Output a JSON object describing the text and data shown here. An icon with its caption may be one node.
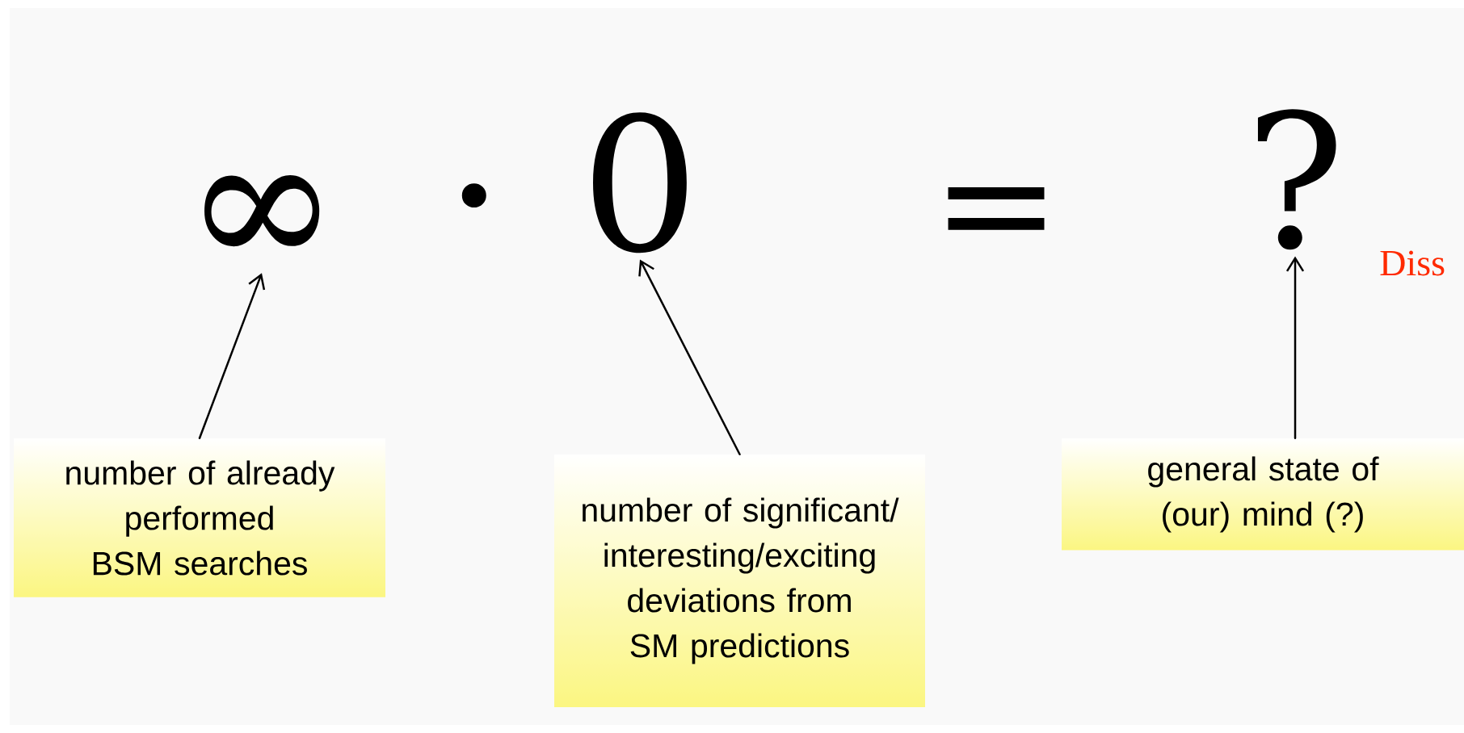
{
  "diagram": {
    "nodes": [
      {
        "text": [
          "∞"
        ]
      },
      {
        "text": [
          "0"
        ]
      },
      {
        "text": [
          "?"
        ]
      },
      {
        "text": [
          "number of already performed BSM searches"
        ]
      },
      {
        "text": [
          "number of significant/ interesting/exciting deviations from SM predictions"
        ]
      },
      {
        "text": [
          "general state of (our) mind (?)"
        ]
      }
    ],
    "edges": [
      {
        "from": 3,
        "to": 0,
        "arrow": "to"
      },
      {
        "from": 4,
        "to": 1,
        "arrow": "to"
      },
      {
        "from": 5,
        "to": 2,
        "arrow": "to"
      }
    ],
    "labels": [
      "·",
      "=",
      "Diss"
    ]
  }
}
